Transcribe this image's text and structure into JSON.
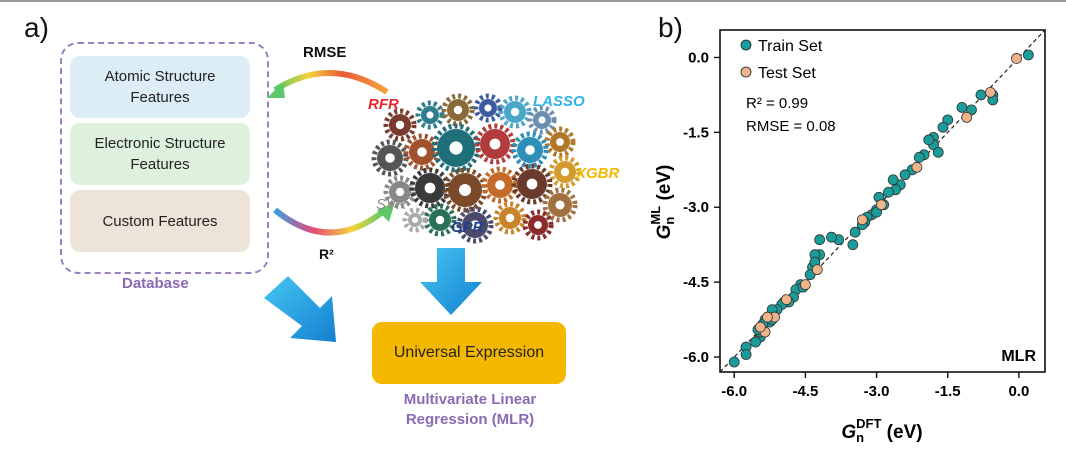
{
  "panel_a": {
    "label": "a)",
    "features": [
      "Atomic Structure Features",
      "Electronic Structure Features",
      "Custom Features"
    ],
    "database_label": "Database",
    "rmse_label": "RMSE",
    "r2_label": "R²",
    "algorithms": [
      {
        "name": "RFR",
        "color": "#e3262b"
      },
      {
        "name": "LASSO",
        "color": "#2eb3e8"
      },
      {
        "name": "XGBR",
        "color": "#f5b800"
      },
      {
        "name": "SVR",
        "color": "#8c8c8c"
      },
      {
        "name": "GPR",
        "color": "#1f3f8f"
      }
    ],
    "output_box": "Universal Expression",
    "output_caption_line1": "Multivariate Linear",
    "output_caption_line2": "Regression (MLR)",
    "colors": {
      "feature1": "#dcedf5",
      "feature2": "#def1dc",
      "feature3": "#ede3d9",
      "arrow": "#1da5e0",
      "output": "#f5b800",
      "caption": "#8a6ab5"
    }
  },
  "chart_data": {
    "panel_label": "b)",
    "type": "scatter",
    "xlabel_main": "G",
    "xlabel_sub": "n",
    "xlabel_sup": "DFT",
    "xlabel_unit": " (eV)",
    "ylabel_main": "G",
    "ylabel_sub": "n",
    "ylabel_sup": "ML",
    "ylabel_unit": " (eV)",
    "xlim": [
      -6.3,
      0.55
    ],
    "ylim": [
      -6.3,
      0.55
    ],
    "xticks": [
      "-6.0",
      "-4.5",
      "-3.0",
      "-1.5",
      "0.0"
    ],
    "yticks": [
      "0.0",
      "-1.5",
      "-3.0",
      "-4.5",
      "-6.0"
    ],
    "stats_r2": "R² = 0.99",
    "stats_rmse": "RMSE = 0.08",
    "model_label": "MLR",
    "grid": false,
    "legend_position": "top-left",
    "series": [
      {
        "name": "Train Set",
        "color": "#1a9c9a",
        "points": [
          [
            0.2,
            0.05
          ],
          [
            -0.55,
            -0.75
          ],
          [
            -0.55,
            -0.85
          ],
          [
            -0.8,
            -0.75
          ],
          [
            -1.0,
            -1.05
          ],
          [
            -1.2,
            -1.0
          ],
          [
            -1.5,
            -1.25
          ],
          [
            -1.6,
            -1.4
          ],
          [
            -1.8,
            -1.6
          ],
          [
            -1.8,
            -1.75
          ],
          [
            -1.9,
            -1.65
          ],
          [
            -2.0,
            -1.95
          ],
          [
            -1.7,
            -1.9
          ],
          [
            -2.1,
            -2.0
          ],
          [
            -2.25,
            -2.25
          ],
          [
            -2.4,
            -2.35
          ],
          [
            -2.5,
            -2.55
          ],
          [
            -2.6,
            -2.65
          ],
          [
            -2.65,
            -2.45
          ],
          [
            -2.75,
            -2.7
          ],
          [
            -2.85,
            -2.95
          ],
          [
            -2.95,
            -2.8
          ],
          [
            -3.0,
            -3.05
          ],
          [
            -3.1,
            -3.15
          ],
          [
            -3.2,
            -3.2
          ],
          [
            -3.25,
            -3.3
          ],
          [
            -3.3,
            -3.35
          ],
          [
            -3.45,
            -3.5
          ],
          [
            -3.5,
            -3.75
          ],
          [
            -3.8,
            -3.65
          ],
          [
            -3.95,
            -3.6
          ],
          [
            -4.2,
            -3.65
          ],
          [
            -4.2,
            -3.95
          ],
          [
            -4.3,
            -3.95
          ],
          [
            -4.35,
            -4.2
          ],
          [
            -4.3,
            -4.1
          ],
          [
            -4.4,
            -4.35
          ],
          [
            -4.6,
            -4.55
          ],
          [
            -4.7,
            -4.65
          ],
          [
            -4.75,
            -4.8
          ],
          [
            -4.85,
            -4.9
          ],
          [
            -4.95,
            -4.9
          ],
          [
            -5.0,
            -4.95
          ],
          [
            -5.1,
            -5.05
          ],
          [
            -5.2,
            -5.05
          ],
          [
            -5.25,
            -5.3
          ],
          [
            -5.35,
            -5.25
          ],
          [
            -5.4,
            -5.35
          ],
          [
            -5.45,
            -5.6
          ],
          [
            -5.45,
            -5.5
          ],
          [
            -5.5,
            -5.45
          ],
          [
            -5.55,
            -5.7
          ],
          [
            -5.75,
            -5.8
          ],
          [
            -5.75,
            -5.95
          ],
          [
            -6.0,
            -6.1
          ],
          [
            -5.2,
            -5.25
          ],
          [
            -4.55,
            -4.6
          ],
          [
            -3.0,
            -3.1
          ]
        ]
      },
      {
        "name": "Test Set",
        "color": "#f0b48a",
        "points": [
          [
            -0.05,
            -0.02
          ],
          [
            -0.6,
            -0.7
          ],
          [
            -1.1,
            -1.2
          ],
          [
            -2.15,
            -2.2
          ],
          [
            -2.9,
            -2.95
          ],
          [
            -3.3,
            -3.25
          ],
          [
            -4.25,
            -4.25
          ],
          [
            -4.5,
            -4.55
          ],
          [
            -4.9,
            -4.85
          ],
          [
            -5.15,
            -5.2
          ],
          [
            -5.3,
            -5.2
          ],
          [
            -5.35,
            -5.5
          ],
          [
            -5.45,
            -5.4
          ]
        ]
      }
    ]
  }
}
